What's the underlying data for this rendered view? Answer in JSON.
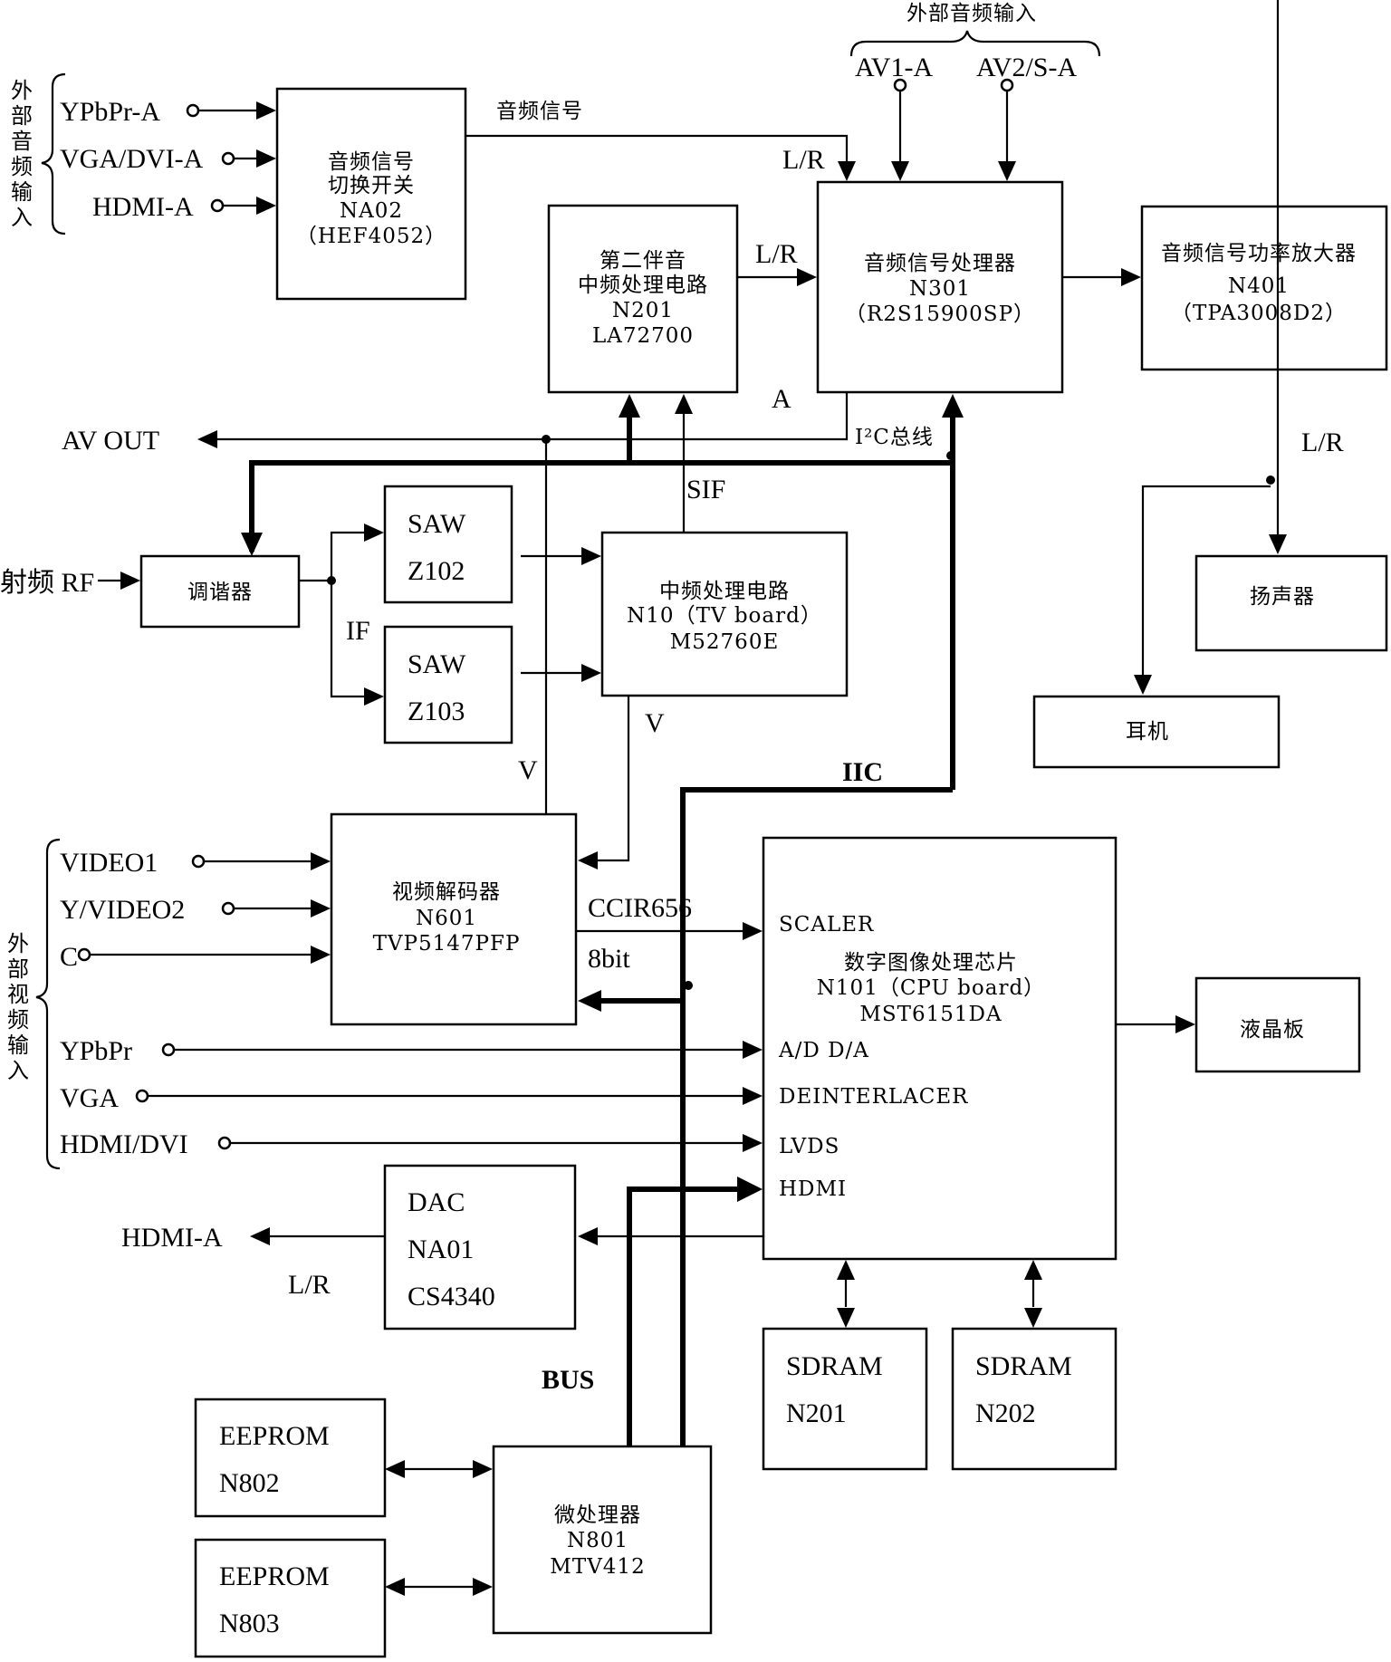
{
  "groups": {
    "ext_audio_in_left": "外部音频输入",
    "ext_audio_in_top": "外部音频输入",
    "ext_video_in": "外部视频输入"
  },
  "inputs": {
    "ypbpr_a": "YPbPr-A",
    "vga_dvi_a": "VGA/DVI-A",
    "hdmi_a_in": "HDMI-A",
    "av1_a": "AV1-A",
    "av2_s_a": "AV2/S-A",
    "rf": "射频 RF",
    "video1": "VIDEO1",
    "y_video2": "Y/VIDEO2",
    "c": "C",
    "ypbpr": "YPbPr",
    "vga": "VGA",
    "hdmi_dvi": "HDMI/DVI"
  },
  "outputs": {
    "av_out": "AV OUT",
    "hdmi_a_out": "HDMI-A"
  },
  "blocks": {
    "audio_switch": [
      "音频信号",
      "切换开关",
      "NA02",
      "（HEF4052）"
    ],
    "sif_proc": [
      "第二伴音",
      "中频处理电路",
      "N201",
      "LA72700"
    ],
    "audio_proc": [
      "音频信号处理器",
      "N301",
      "（R2S15900SP）"
    ],
    "power_amp": [
      "音频信号功率放大器",
      "N401",
      "（TPA3008D2）"
    ],
    "tuner": [
      "调谐器"
    ],
    "saw1": [
      "SAW",
      "Z102"
    ],
    "saw2": [
      "SAW",
      "Z103"
    ],
    "if_proc": [
      "中频处理电路",
      "N10（TV board）",
      "M52760E"
    ],
    "speaker": [
      "扬声器"
    ],
    "headphone": [
      "耳机"
    ],
    "video_decoder": [
      "视频解码器",
      "N601",
      "TVP5147PFP"
    ],
    "dip": [
      "SCALER",
      "数字图像处理芯片",
      "N101（CPU board）",
      "MST6151DA",
      "A/D D/A",
      "DEINTERLACER",
      "LVDS",
      "HDMI"
    ],
    "lcd": [
      "液晶板"
    ],
    "dac": [
      "DAC",
      "NA01",
      "CS4340"
    ],
    "sdram1": [
      "SDRAM",
      "N201"
    ],
    "sdram2": [
      "SDRAM",
      "N202"
    ],
    "eeprom1": [
      "EEPROM",
      "N802"
    ],
    "eeprom2": [
      "EEPROM",
      "N803"
    ],
    "mcu": [
      "微处理器",
      "N801",
      "MTV412"
    ]
  },
  "signals": {
    "audio_signal": "音频信号",
    "lr_1": "L/R",
    "lr_2": "L/R",
    "lr_3": "L/R",
    "lr_4": "L/R",
    "a": "A",
    "i2c": "I²C总线",
    "sif": "SIF",
    "if": "IF",
    "v1": "V",
    "v2": "V",
    "iic": "IIC",
    "ccir": "CCIR656",
    "bit8": "8bit",
    "bus": "BUS"
  }
}
